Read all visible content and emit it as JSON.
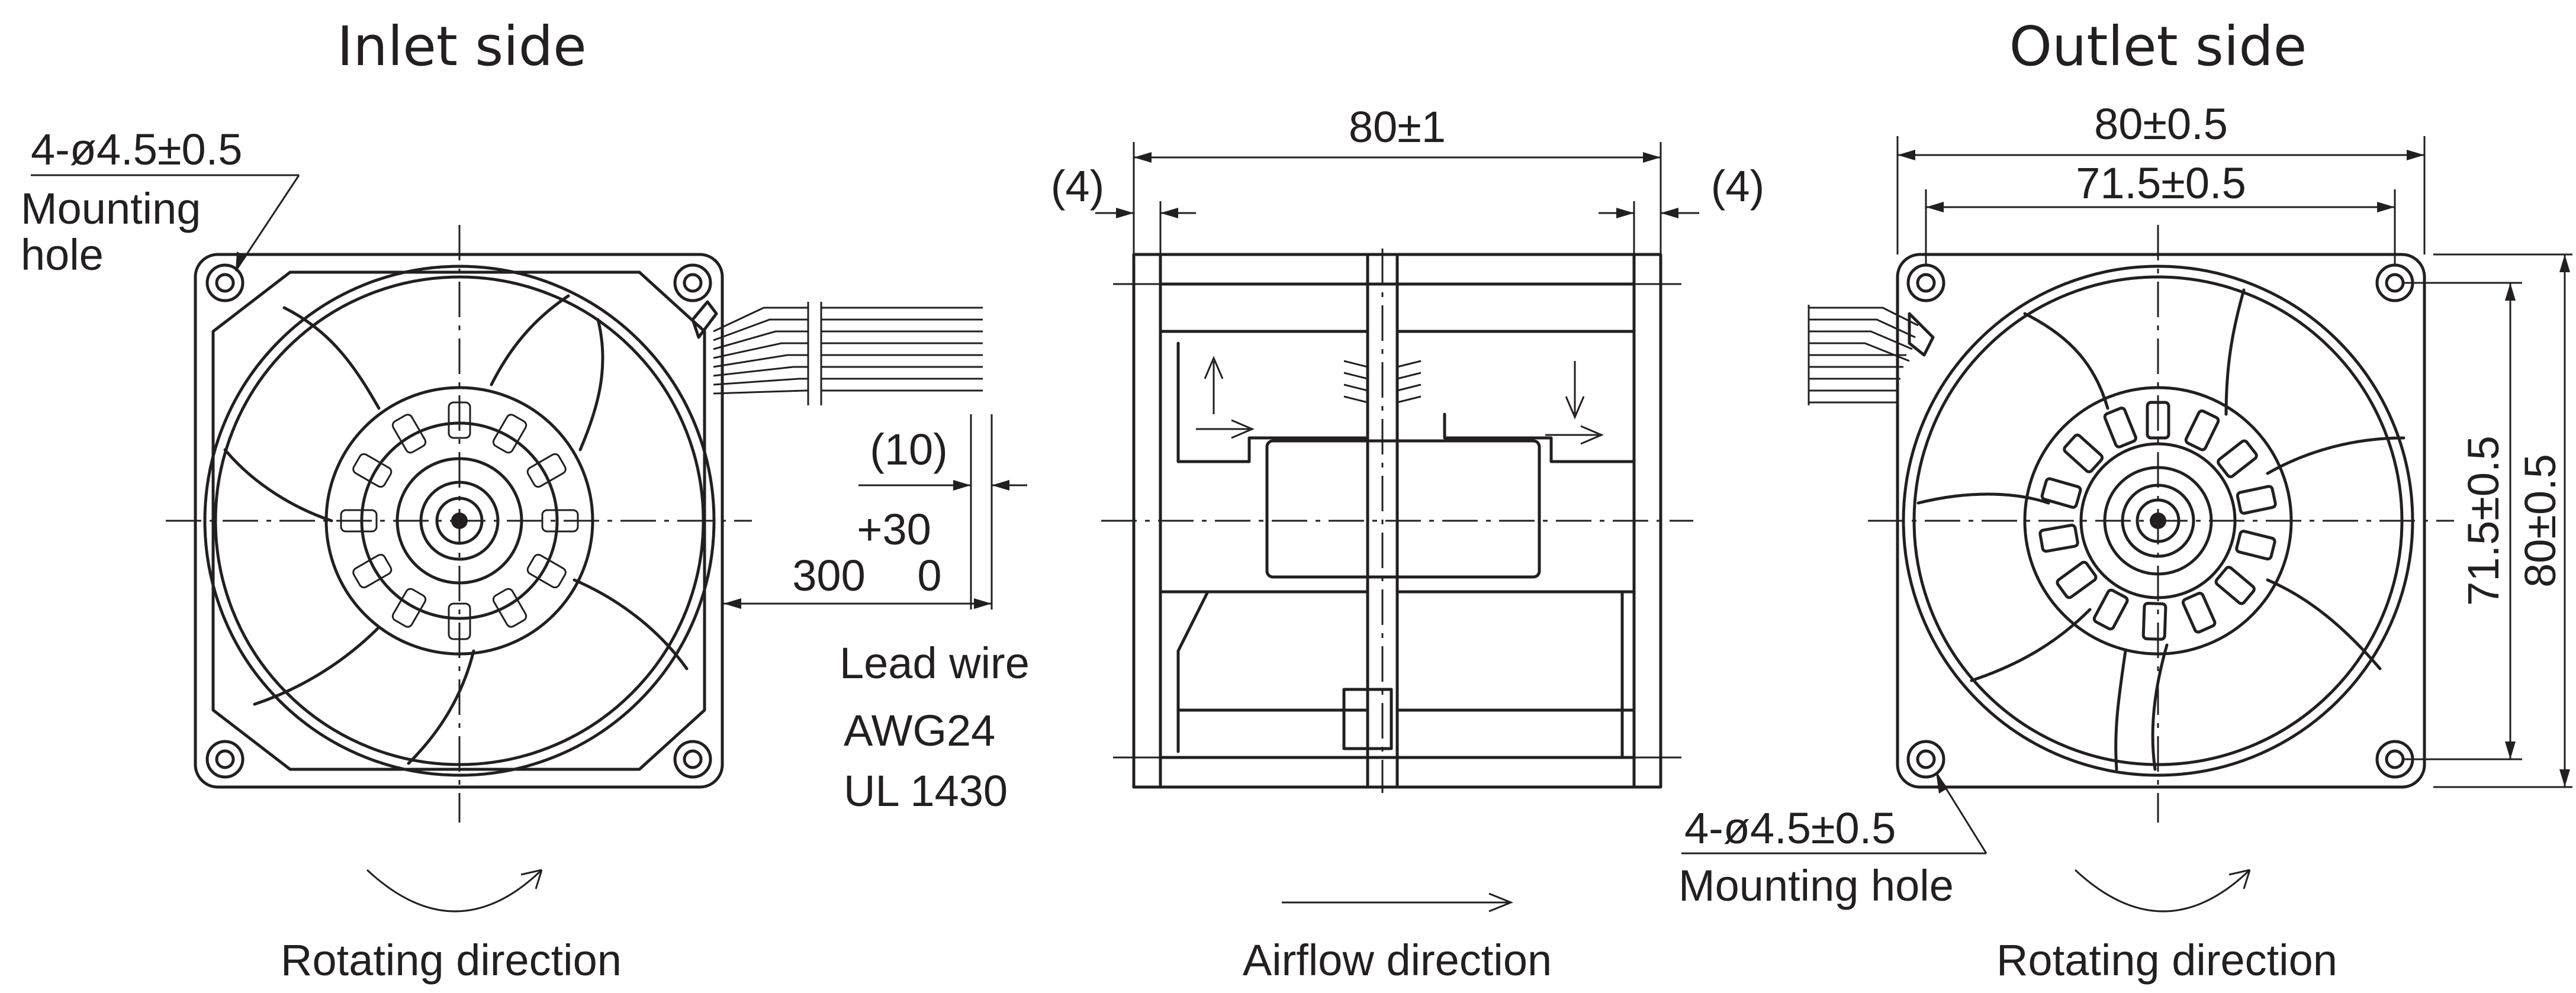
{
  "titles": {
    "inlet": "Inlet side",
    "outlet": "Outlet side"
  },
  "inlet": {
    "hole_dim": "4-ø4.5±0.5",
    "hole_label_1": "Mounting",
    "hole_label_2": "hole",
    "lead_extra": "(10)",
    "lead_tol": "+30",
    "lead_len": "300",
    "lead_tol_low": "0",
    "wire_1": "Lead wire",
    "wire_2": "AWG24",
    "wire_3": "UL 1430",
    "rotation": "Rotating direction"
  },
  "side": {
    "width_dim": "80±1",
    "left_flange": "(4)",
    "right_flange": "(4)",
    "airflow": "Airflow direction"
  },
  "outlet": {
    "outer_dim": "80±0.5",
    "pitch_dim": "71.5±0.5",
    "v_pitch_dim": "71.5±0.5",
    "v_outer_dim": "80±0.5",
    "hole_dim": "4-ø4.5±0.5",
    "hole_label": "Mounting hole",
    "rotation": "Rotating direction"
  },
  "colors": {
    "ink": "#231f20",
    "background": "#ffffff"
  }
}
